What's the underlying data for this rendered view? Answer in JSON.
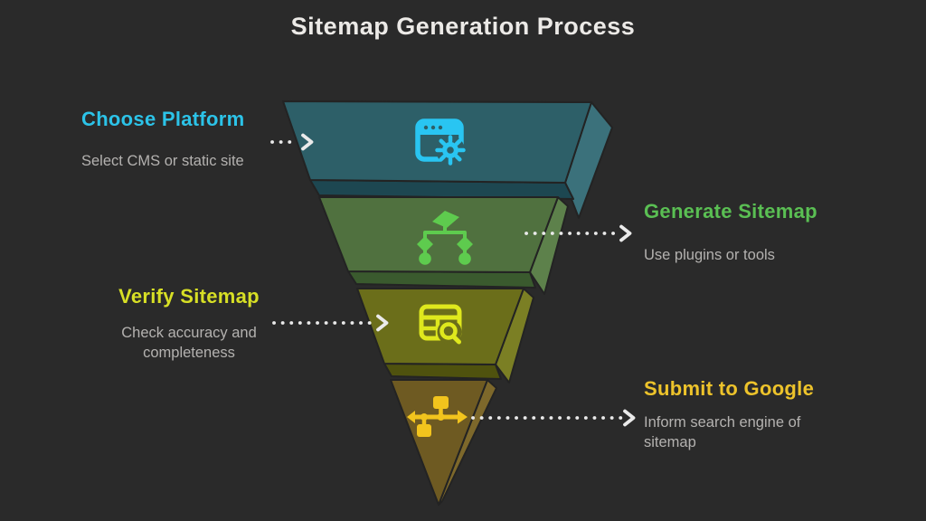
{
  "background": "#2a2a2a",
  "title": {
    "text": "Sitemap Generation Process",
    "color": "#eceae7"
  },
  "description_color": "#b4b2b0",
  "arrow_color": "#eaeaea",
  "edge_color": "#232323",
  "steps": [
    {
      "label": "Choose Platform",
      "description": "Select CMS or static site",
      "label_color": "#2cc3e8",
      "icon": "browser-settings-icon",
      "icon_color": "#29c5f2",
      "front_color": "#2d5f68",
      "side_color": "#3b717b",
      "shadow_color": "#1d4751"
    },
    {
      "label": "Generate Sitemap",
      "description": "Use plugins or tools",
      "label_color": "#5abf53",
      "icon": "flowchart-icon",
      "icon_color": "#5ecb4e",
      "front_color": "#50713f",
      "side_color": "#5d814b",
      "shadow_color": "#3a5a2e"
    },
    {
      "label": "Verify Sitemap",
      "description": "Check accuracy and\ncompleteness",
      "label_color": "#d7df25",
      "icon": "table-search-icon",
      "icon_color": "#dfe81d",
      "front_color": "#6b6e1a",
      "side_color": "#7b7f24",
      "shadow_color": "#4f520e"
    },
    {
      "label": "Submit to Google",
      "description": "Inform search engine of\nsitemap",
      "label_color": "#edc32b",
      "icon": "sitemap-flow-icon",
      "icon_color": "#f2c41d",
      "front_color": "#6e5a22",
      "side_color": "#7d682b",
      "shadow_color": "#5a491a"
    }
  ]
}
